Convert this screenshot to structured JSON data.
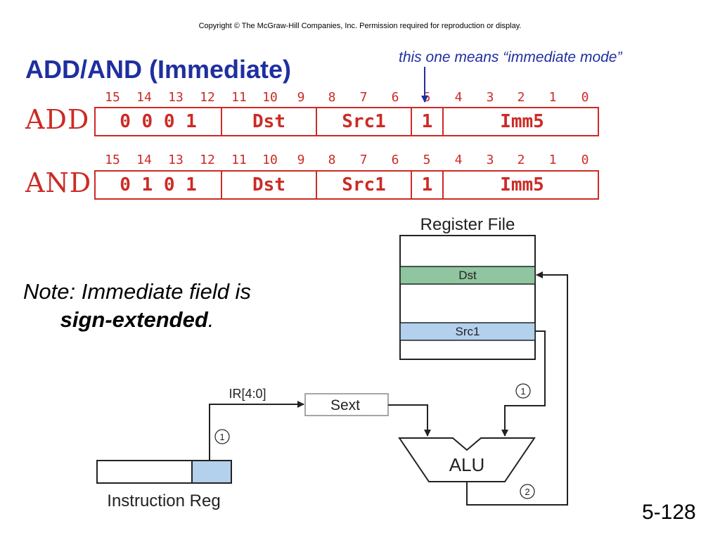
{
  "copyright": "Copyright © The McGraw-Hill Companies, Inc.  Permission required for reproduction or display.",
  "title": "ADD/AND (Immediate)",
  "mode_note": "this one means “immediate mode”",
  "bit_numbers": [
    "15",
    "14",
    "13",
    "12",
    "11",
    "10",
    "9",
    "8",
    "7",
    "6",
    "5",
    "4",
    "3",
    "2",
    "1",
    "0"
  ],
  "formats": [
    {
      "opcode": "ADD",
      "fields": [
        "0 0 0 1",
        "Dst",
        "Src1",
        "1",
        "Imm5"
      ]
    },
    {
      "opcode": "AND",
      "fields": [
        "0 1 0 1",
        "Dst",
        "Src1",
        "1",
        "Imm5"
      ]
    }
  ],
  "note": {
    "line1": "Note: Immediate field is",
    "emphasis": "sign-extended",
    "period": "."
  },
  "datapath": {
    "register_file_label": "Register File",
    "dst_label": "Dst",
    "src1_label": "Src1",
    "ir_label": "IR[4:0]",
    "sext_label": "Sext",
    "alu_label": "ALU",
    "instruction_reg_label": "Instruction Reg",
    "step_ir": "1",
    "step_src1": "1",
    "step_alu": "2"
  },
  "colors": {
    "title_blue": "#1f2fa0",
    "format_red": "#cc2b25",
    "dst_green": "#8fc59f",
    "src_blue": "#b3d0ec"
  },
  "page_number": "5-128"
}
